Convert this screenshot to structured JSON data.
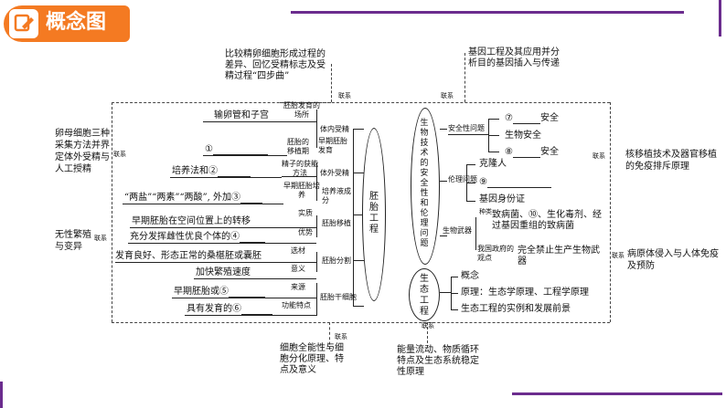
{
  "header": {
    "title": "概念图",
    "icon": "edit-icon",
    "accent": "#f47a22",
    "frame_color": "#6b2c8e"
  },
  "center": {
    "title": "胚胎工程"
  },
  "biotech": {
    "title": "生物技术的安全性和伦理问题"
  },
  "eco": {
    "title": "生态工程"
  },
  "top_notes": {
    "left": "比较精卵细胞形成过程的差异、回忆受精标志及受精过程“四步曲”",
    "right": "基因工程及其应用并分析目的基因插入与传递"
  },
  "left_notes": {
    "egg": "卵母细胞三种采集方法并界定体外受精与人工授精",
    "asexual": "无性繁殖与变异"
  },
  "right_notes": {
    "transplant": "核移植技术及器官移植的免疫排斥原理",
    "pathogen": "病原体侵入与人体免疫及预防"
  },
  "bottom_notes": {
    "left": "细胞全能性与细胞分化原理、特点及意义",
    "right": "能量流动、物质循环特点及生态系统稳定性原理"
  },
  "link_label": "联系",
  "in_vivo": {
    "title": "体内受精",
    "site_box": "胚胎发育的场所",
    "oviduct": "输卵管和子宫",
    "q1": "①",
    "dev_box": "胚胎的移植期",
    "early": "早期胚胎发育"
  },
  "in_vitro": {
    "title": "体外受精",
    "sperm": "精子的获能方法",
    "cultivate": "培养法和②",
    "early_box": "早期胚胎培养",
    "medium": "培养液成分",
    "medium_text": "“两盐”“两素”“两酸”, 外加③"
  },
  "transfer": {
    "title": "胚胎移植",
    "essence_box": "实质",
    "essence": "早期胚胎在空间位置上的转移",
    "advantage_box": "优势",
    "advantage": "充分发挥雌性优良个体的④"
  },
  "split": {
    "title": "胚胎分割",
    "material_box": "选材",
    "material": "发育良好、形态正常的桑椹胚或囊胚",
    "meaning_box": "意义",
    "meaning": "加快繁殖速度"
  },
  "stem": {
    "title": "胚胎干细胞",
    "source_box": "来源",
    "source": "早期胚胎或⑤",
    "feature_box": "功能特点",
    "feature": "具有发育的⑥"
  },
  "safety": {
    "title": "安全性问题",
    "items": [
      "⑦",
      "生物安全",
      "⑧"
    ],
    "suffix": "安全"
  },
  "ethics": {
    "title": "伦理问题",
    "items": [
      "克隆人",
      "⑨",
      "基因身份证"
    ]
  },
  "weapon": {
    "title": "生物武器",
    "kind_label": "种类",
    "kinds": "致病菌、⑩、生化毒剂、经过基因重组的致病菌",
    "gov_label": "我国政府的观点",
    "gov": "完全禁止生产生物武器"
  },
  "eco_items": [
    "概念",
    "原理：生态学原理、工程学原理",
    "生态工程的实例和发展前景"
  ]
}
